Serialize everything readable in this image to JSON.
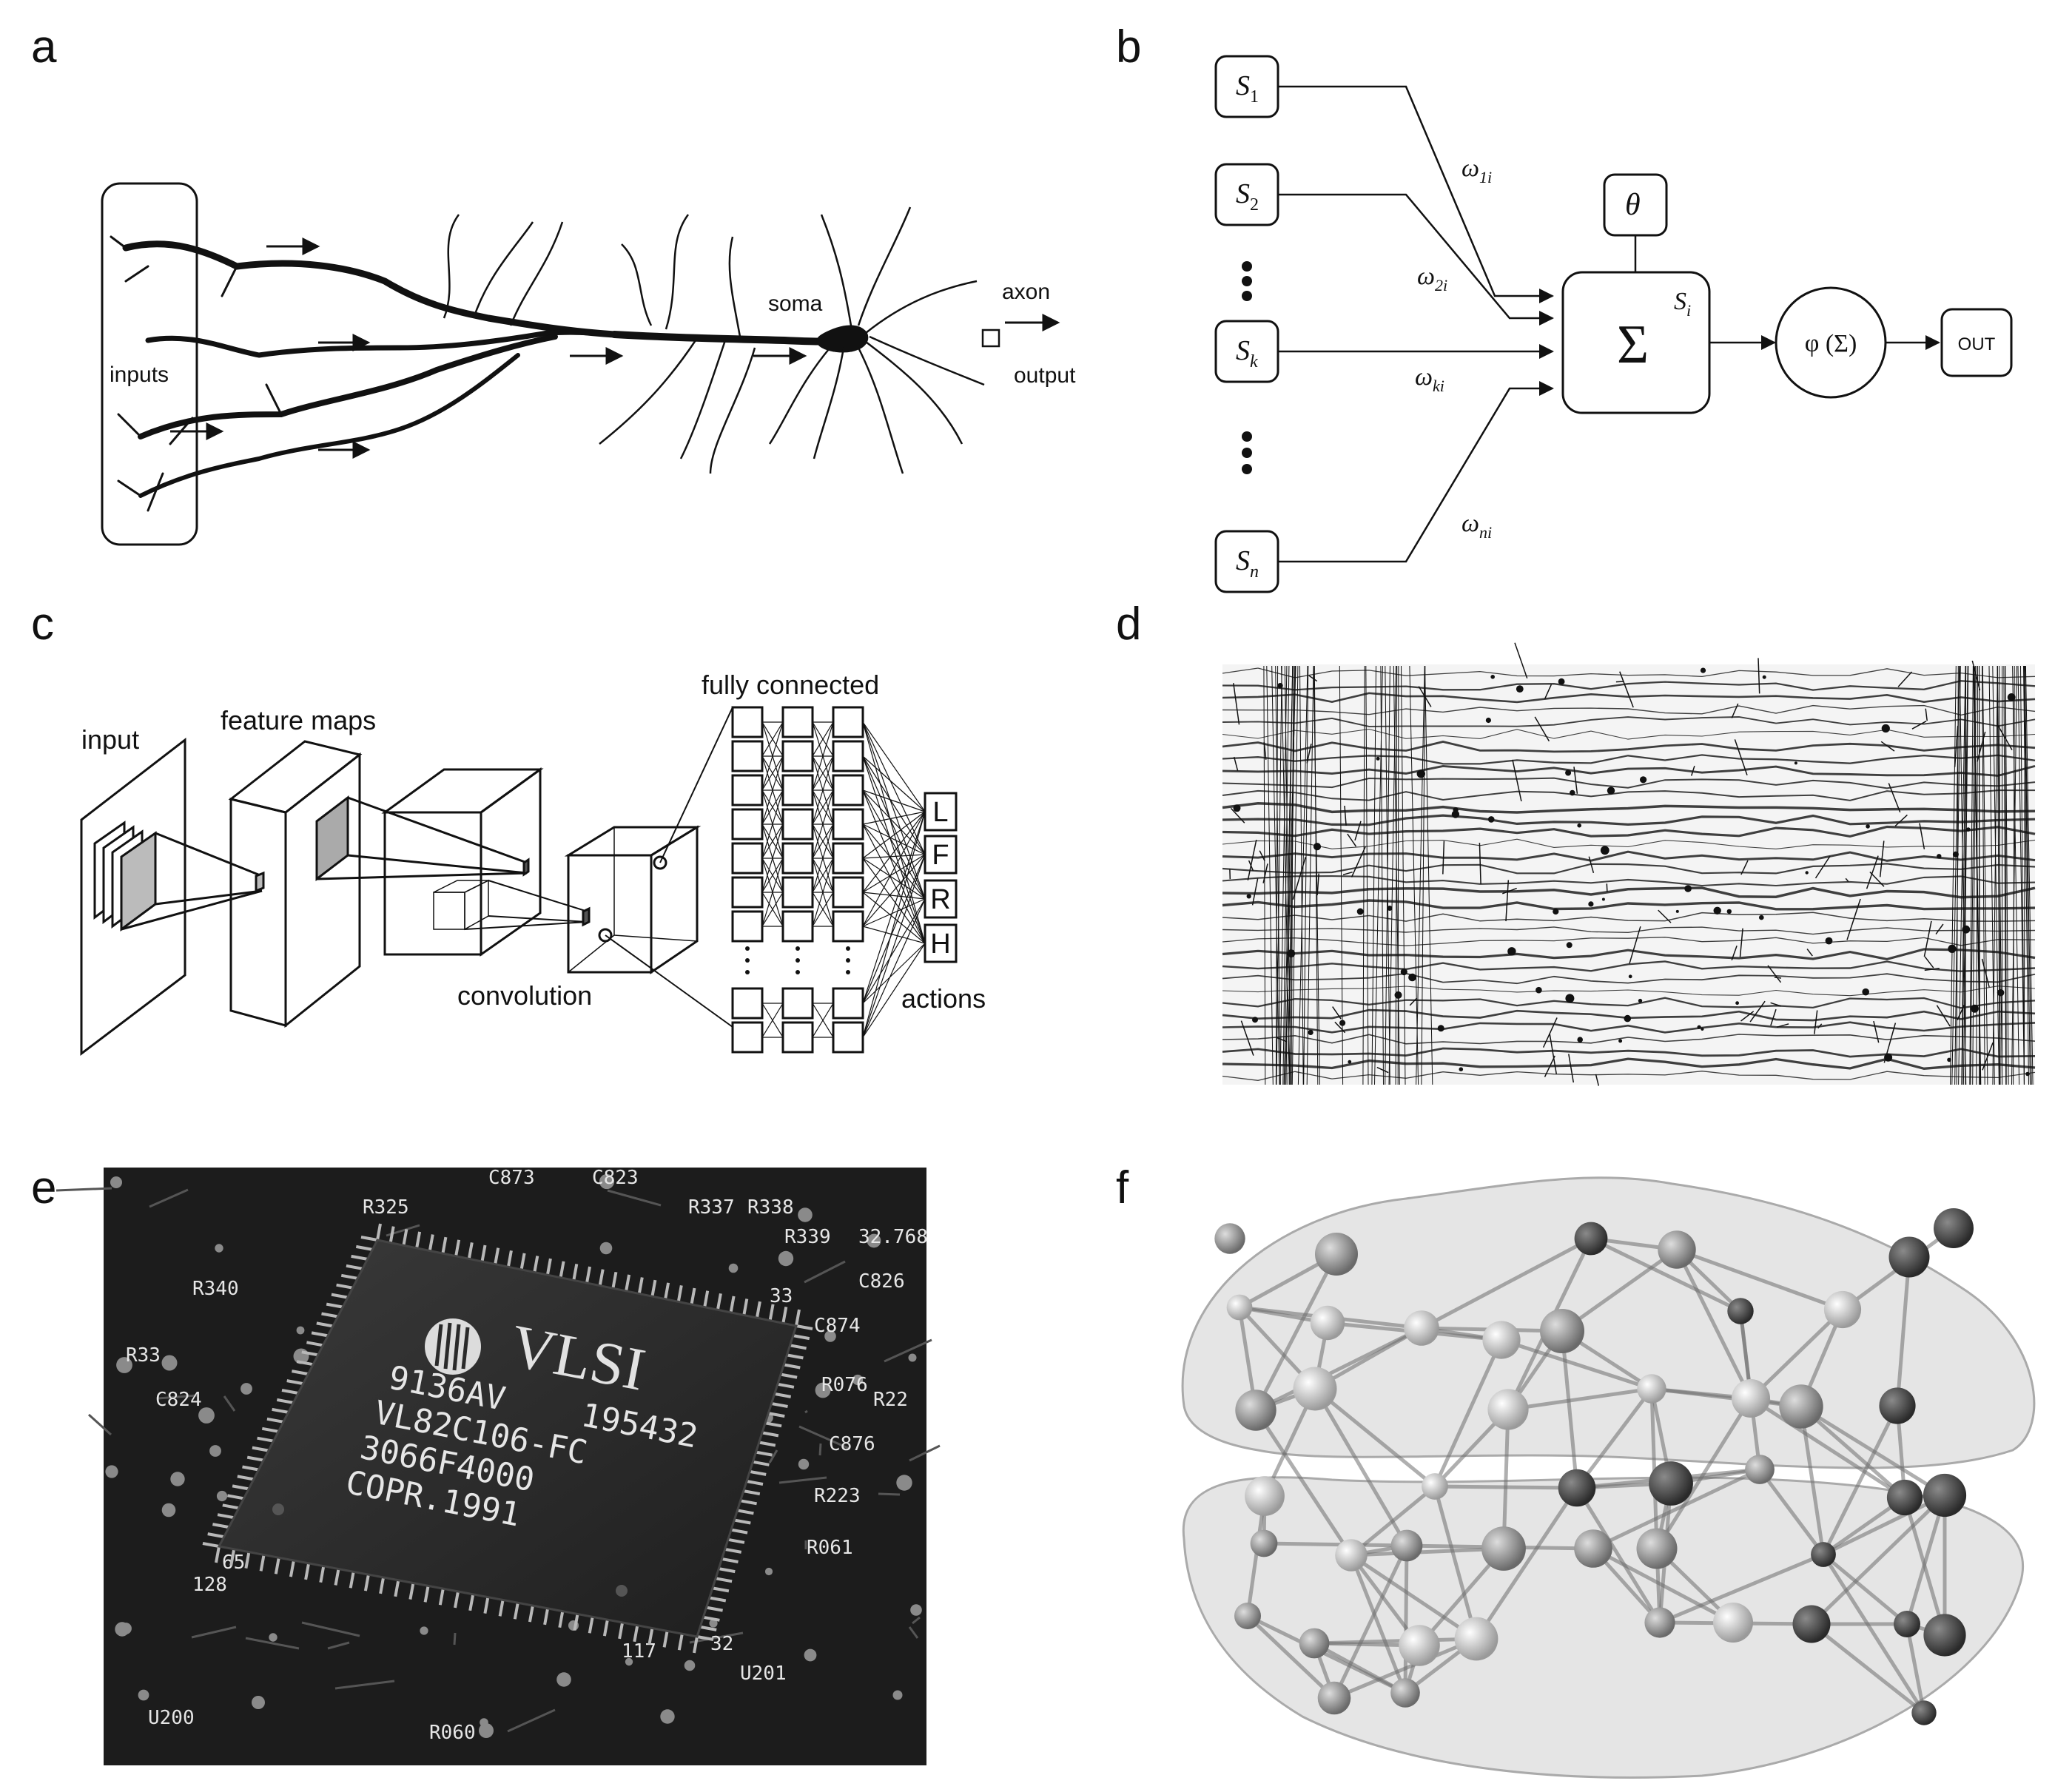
{
  "panels": {
    "a": {
      "label": "a",
      "inputs": "inputs",
      "soma": "soma",
      "axon": "axon",
      "output": "output"
    },
    "b": {
      "label": "b",
      "inputs": [
        {
          "base": "S",
          "sub": "1"
        },
        {
          "base": "S",
          "sub": "2"
        },
        {
          "base": "S",
          "sub": "k"
        },
        {
          "base": "S",
          "sub": "n"
        }
      ],
      "weights": [
        {
          "base": "ω",
          "sub": "1i"
        },
        {
          "base": "ω",
          "sub": "2i"
        },
        {
          "base": "ω",
          "sub": "ki"
        },
        {
          "base": "ω",
          "sub": "ni"
        }
      ],
      "theta": "θ",
      "sum_symbol": "Σ",
      "sum_label": {
        "base": "S",
        "sub": "i"
      },
      "activation": "φ (Σ)",
      "out": "OUT"
    },
    "c": {
      "label": "c",
      "input": "input",
      "feature_maps": "feature maps",
      "convolution": "convolution",
      "fully_connected": "fully connected",
      "actions_label": "actions",
      "actions": [
        "L",
        "F",
        "R",
        "H"
      ]
    },
    "d": {
      "label": "d"
    },
    "e": {
      "label": "e",
      "chip_brand": "VLSI",
      "chip_lines": [
        "9136AV    195432",
        "VL82C106-FC",
        "3066F4000",
        "COPR.1991"
      ],
      "board_labels": [
        "R325",
        "C873",
        "C823",
        "R337",
        "R338",
        "R339",
        "R340",
        "C824",
        "C874",
        "R076",
        "C876",
        "R223",
        "R061",
        "R060",
        "U200",
        "U201",
        "C826",
        "32.768",
        "R33",
        "R22",
        "117",
        "32",
        "33",
        "65",
        "128"
      ]
    },
    "f": {
      "label": "f"
    }
  },
  "colors": {
    "ink": "#111111",
    "pcb_dark": "#1a1a1a",
    "chip": "#2e2e2e",
    "brain_shell": "#c8c8c8"
  }
}
